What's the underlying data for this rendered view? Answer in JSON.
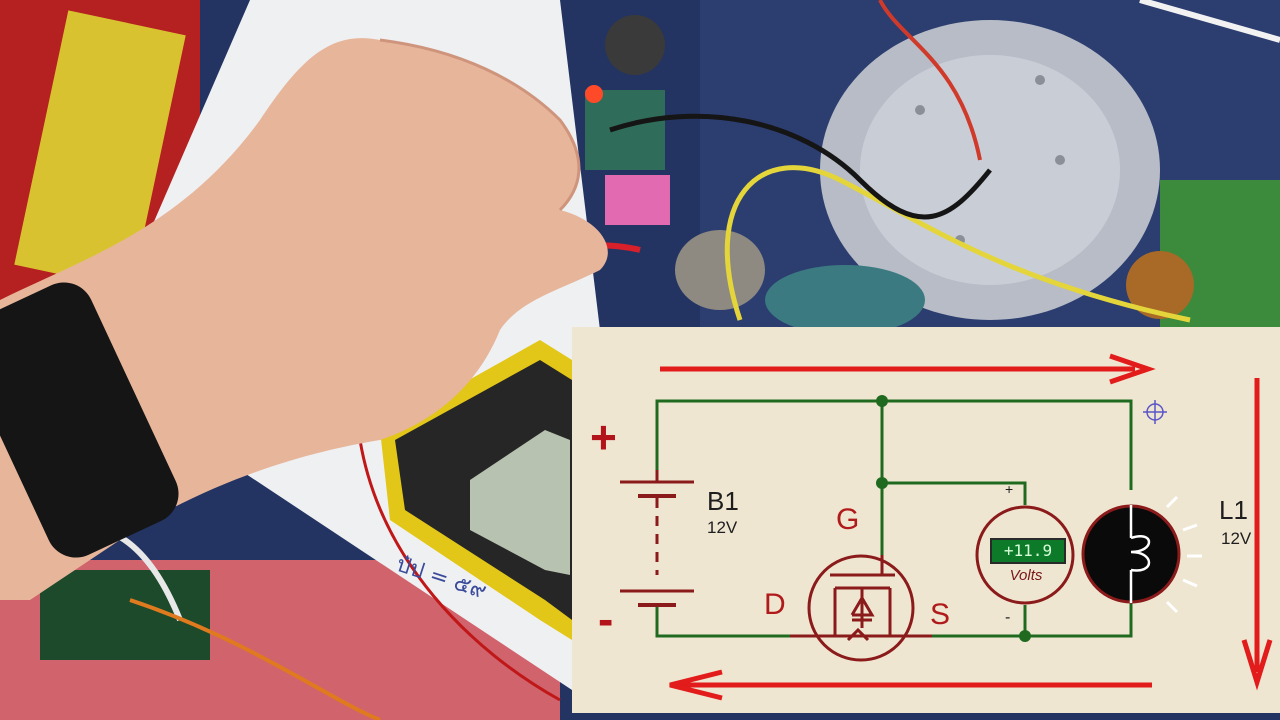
{
  "schematic": {
    "battery": {
      "name": "B1",
      "value": "12V",
      "plus_sign": "+",
      "minus_sign": "-"
    },
    "lamp": {
      "name": "L1",
      "value": "12V"
    },
    "mosfet": {
      "gate": "G",
      "drain": "D",
      "source": "S"
    },
    "voltmeter": {
      "reading": "+11.9",
      "unit": "Volts",
      "plus_terminal": "+",
      "minus_terminal": "-"
    },
    "colors": {
      "background": "#efe6d2",
      "wire": "#1f6a1f",
      "component": "#8b1a1a",
      "arrow": "#e21b1b"
    }
  },
  "photo": {
    "handwriting": "ป๋ป = ๕๙"
  }
}
